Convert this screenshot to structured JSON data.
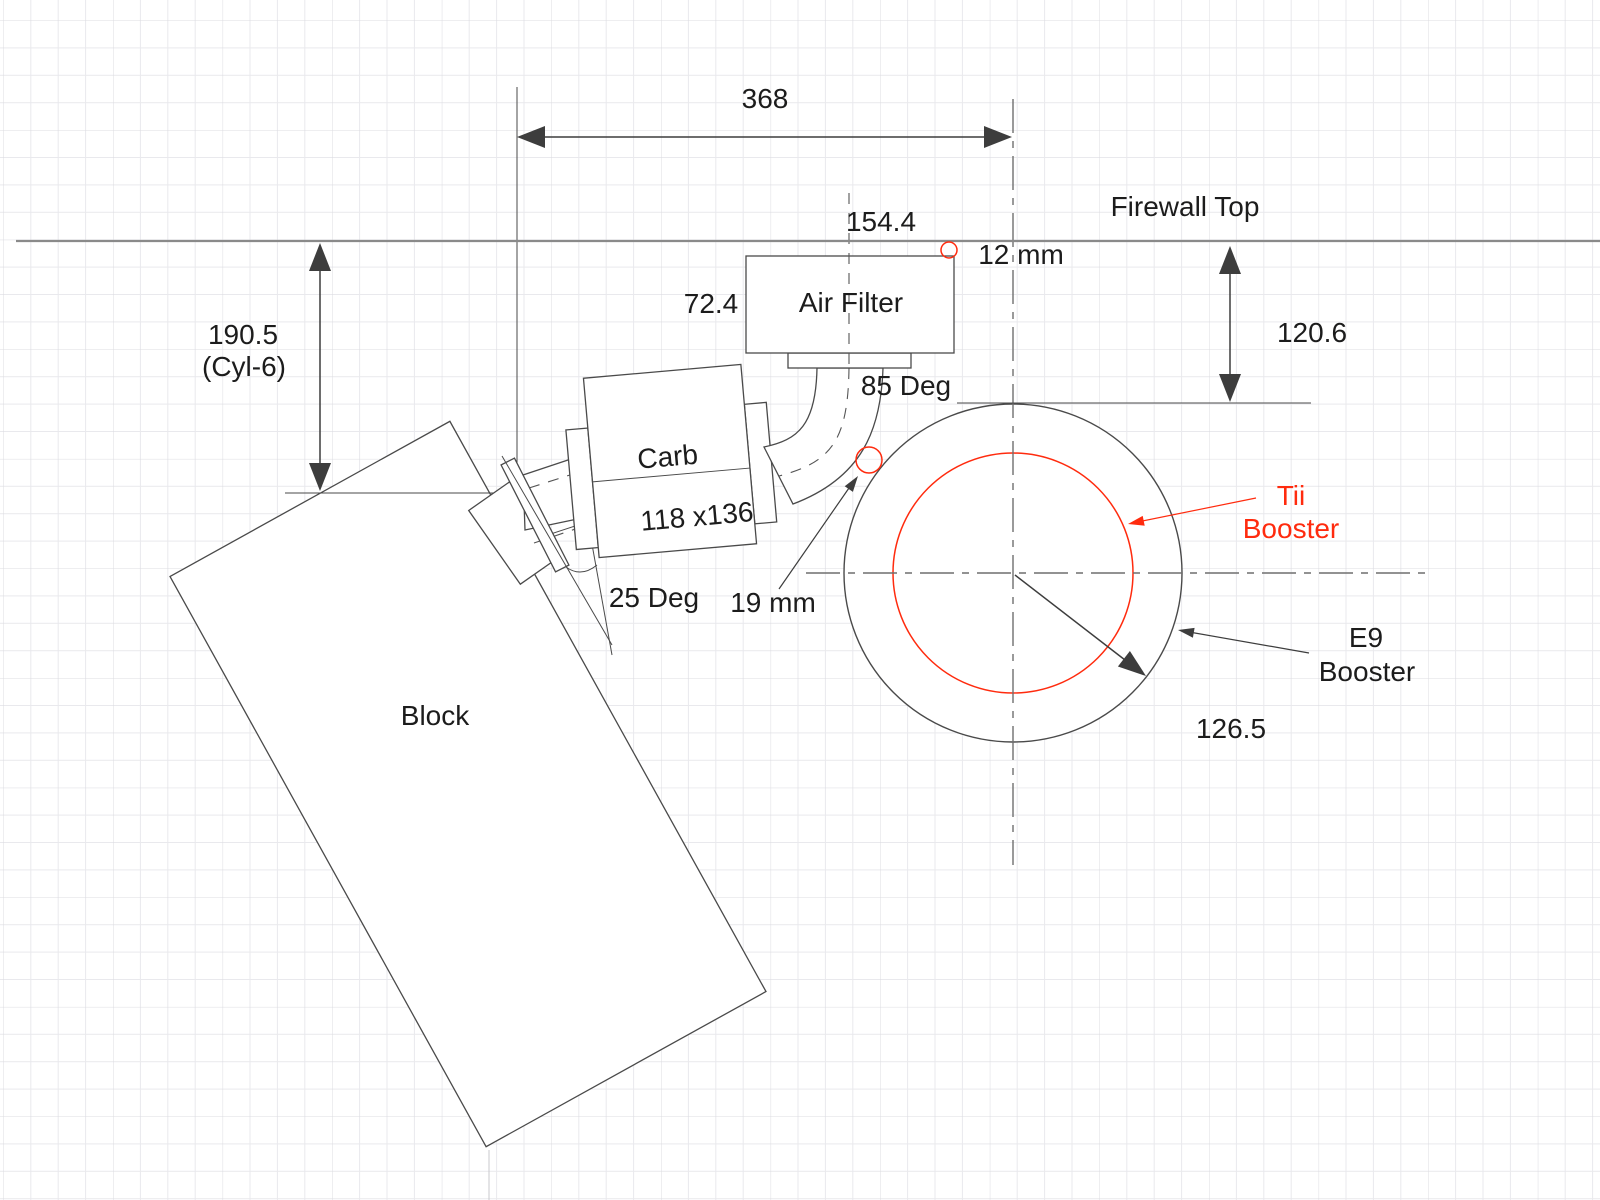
{
  "drawing": {
    "parts": {
      "block": "Block",
      "carb": "Carb",
      "carb_size": "118 x136",
      "air_filter": "Air Filter",
      "firewall_top": "Firewall Top",
      "tii_booster": [
        "Tii",
        "Booster"
      ],
      "e9_booster": [
        "E9",
        "Booster"
      ]
    },
    "dimensions": {
      "overall_width": "368",
      "block_height": "190.5",
      "block_height_note": "(Cyl-6)",
      "air_filter_position": "154.4",
      "air_filter_height": "72.4",
      "firewall_clearance": "12 mm",
      "firewall_to_booster": "120.6",
      "elbow_angle": "85 Deg",
      "engine_tilt": "25 Deg",
      "booster_clearance": "19 mm",
      "booster_radius": "126.5"
    },
    "colors": {
      "highlight_red": "#ff2b0e",
      "line_dark": "#4a4a4a",
      "dimension": "#3d3d3d",
      "text": "#1c1c1c",
      "firewall_line": "#8a8a8a",
      "centerline": "#6f6f6f",
      "grid_minor": "#e9e9ed",
      "grid_major": "#dcdce1",
      "background": "#ffffff"
    }
  }
}
